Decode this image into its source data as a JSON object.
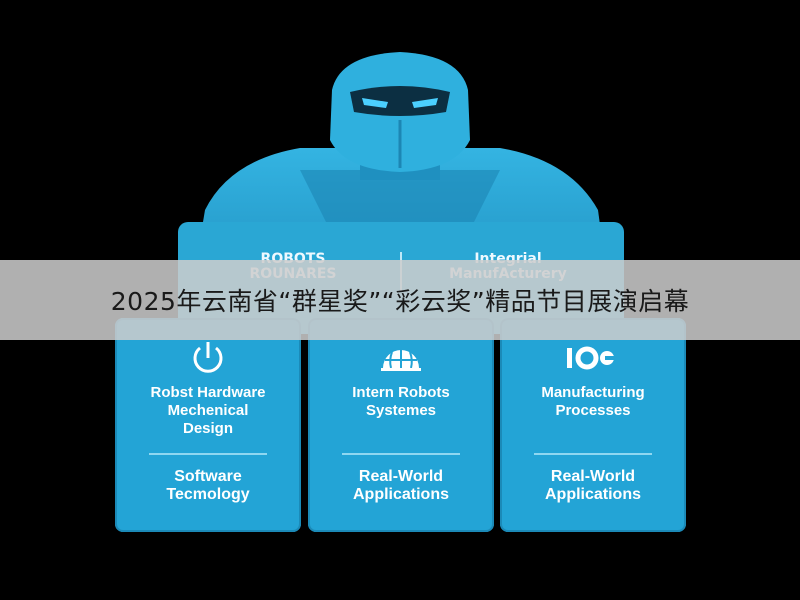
{
  "top_panel": {
    "left_label": "ROBOTS\nROUNARES",
    "right_label": "Integrial\nManufActurery"
  },
  "cards": [
    {
      "icon": "power-icon",
      "primary": "Robst Hardware\nMechenical\nDesign",
      "secondary": "Software\nTecmology"
    },
    {
      "icon": "globe-icon",
      "primary": "Intern Robots\nSystemes",
      "secondary": "Real-World\nApplications"
    },
    {
      "icon": "io-icon",
      "primary": "Manufacturing\nProcesses",
      "secondary": "Real-World\nApplications"
    }
  ],
  "banner": {
    "text": "2025年云南省“群星奖”“彩云奖”精品节目展演启幕"
  },
  "colors": {
    "background": "#000000",
    "panel": "#23a4d6",
    "robot": "#2aa7d4",
    "banner": "#cdcdcd"
  }
}
